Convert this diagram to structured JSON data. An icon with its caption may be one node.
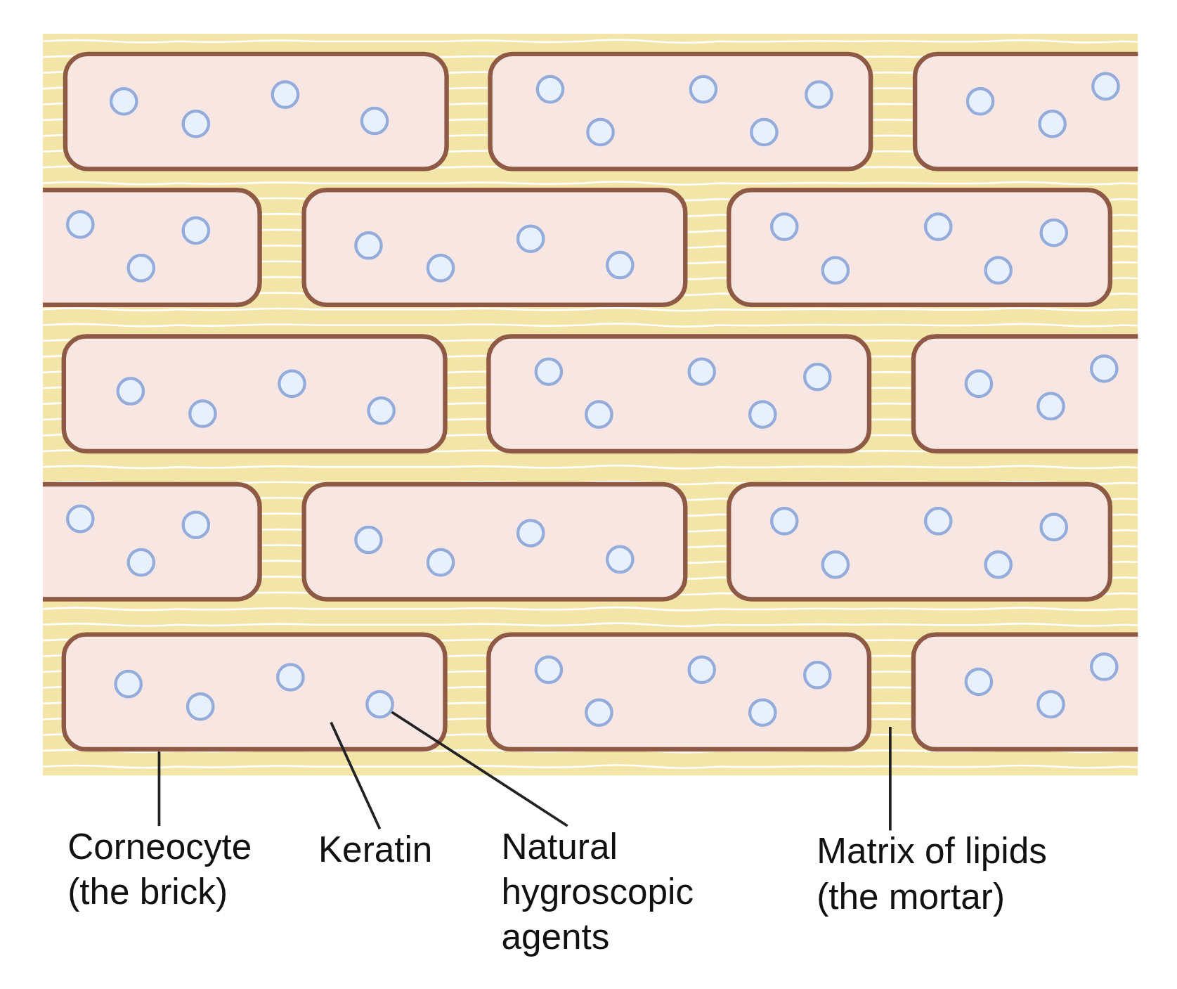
{
  "diagram": {
    "nodes": [
      {
        "text": [
          "Corneocyte (the brick)"
        ]
      },
      {
        "text": [
          "Keratin"
        ]
      },
      {
        "text": [
          "Natural hygroscopic agents"
        ]
      },
      {
        "text": [
          "Matrix of lipids (the mortar)"
        ]
      },
      {
        "text": [],
        "shape": "box"
      },
      {
        "text": [],
        "shape": "circle",
        "in": 4
      },
      {
        "text": [],
        "shape": "circle",
        "in": 4
      },
      {
        "text": [],
        "shape": "circle",
        "in": 4
      },
      {
        "text": [],
        "shape": "circle",
        "in": 4
      }
    ],
    "edges": [
      {
        "from": 0,
        "to": 4,
        "arrow": "none"
      },
      {
        "from": 1,
        "to": null,
        "arrow": "none"
      },
      {
        "from": 2,
        "to": 8,
        "arrow": "none"
      },
      {
        "from": 3,
        "to": null,
        "arrow": "none"
      }
    ]
  }
}
